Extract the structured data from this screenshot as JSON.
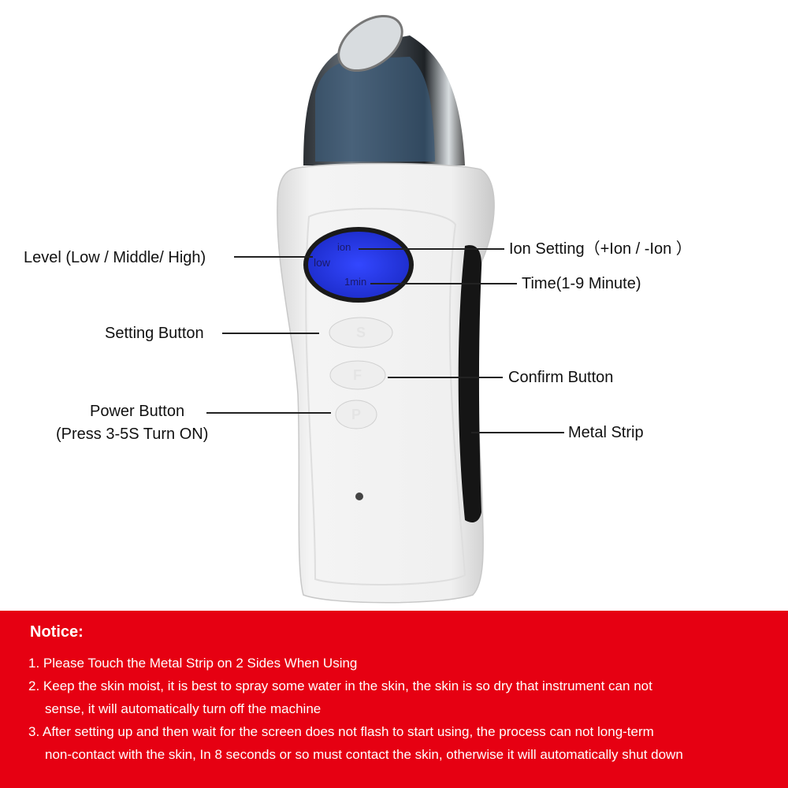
{
  "device": {
    "lcd": {
      "ion": "ion",
      "level": "low",
      "time": "1min"
    },
    "buttons": {
      "setting": "S",
      "confirm": "F",
      "power": "P"
    }
  },
  "labels": {
    "level": "Level (Low / Middle/ High)",
    "ion_setting": "Ion Setting（+Ion  / -Ion ）",
    "time": "Time(1-9 Minute)",
    "setting_button": "Setting Button",
    "confirm_button": "Confirm Button",
    "power_button": "Power Button",
    "power_button_note": "(Press 3-5S Turn ON)",
    "metal_strip": "Metal Strip"
  },
  "notice": {
    "title": "Notice:",
    "items": [
      {
        "num": "1.",
        "lines": [
          "Please Touch the Metal Strip on 2 Sides When Using"
        ]
      },
      {
        "num": "2.",
        "lines": [
          "Keep the skin moist, it is best to spray some water in the skin, the skin is so dry that instrument can not",
          "sense, it will automatically turn off the machine"
        ]
      },
      {
        "num": "3.",
        "lines": [
          "After setting up and then wait for the screen does not flash to start using, the process can not long-term",
          "non-contact with the skin, In 8 seconds or so must contact the skin, otherwise it will automatically shut down"
        ]
      }
    ]
  },
  "colors": {
    "notice_bg": "#e60012",
    "lcd": "#2a3df0"
  }
}
